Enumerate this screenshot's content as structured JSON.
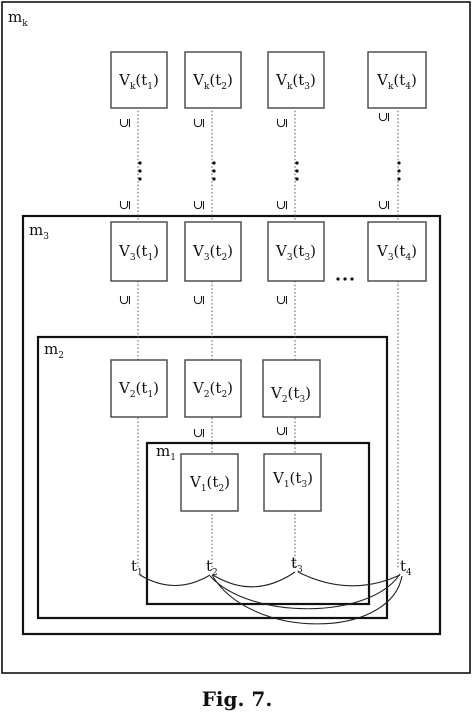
{
  "frames": [
    {
      "id": "mk",
      "label": "m",
      "sub": "k"
    },
    {
      "id": "m3",
      "label": "m",
      "sub": "3"
    },
    {
      "id": "m2",
      "label": "m",
      "sub": "2"
    },
    {
      "id": "m1",
      "label": "m",
      "sub": "1"
    }
  ],
  "boxes": [
    {
      "row": "k",
      "V": "V",
      "vsub": "k",
      "t": "t",
      "tsub": "1"
    },
    {
      "row": "k",
      "V": "V",
      "vsub": "k",
      "t": "t",
      "tsub": "2"
    },
    {
      "row": "k",
      "V": "V",
      "vsub": "k",
      "t": "t",
      "tsub": "3"
    },
    {
      "row": "k",
      "V": "V",
      "vsub": "k",
      "t": "t",
      "tsub": "4"
    },
    {
      "row": "3",
      "V": "V",
      "vsub": "3",
      "t": "t",
      "tsub": "1"
    },
    {
      "row": "3",
      "V": "V",
      "vsub": "3",
      "t": "t",
      "tsub": "2"
    },
    {
      "row": "3",
      "V": "V",
      "vsub": "3",
      "t": "t",
      "tsub": "3"
    },
    {
      "row": "3",
      "V": "V",
      "vsub": "3",
      "t": "t",
      "tsub": "4"
    },
    {
      "row": "2",
      "V": "V",
      "vsub": "2",
      "t": "t",
      "tsub": "1"
    },
    {
      "row": "2",
      "V": "V",
      "vsub": "2",
      "t": "t",
      "tsub": "2"
    },
    {
      "row": "2",
      "V": "V",
      "vsub": "2",
      "t": "t",
      "tsub": "3"
    },
    {
      "row": "1",
      "V": "V",
      "vsub": "1",
      "t": "t",
      "tsub": "2"
    },
    {
      "row": "1",
      "V": "V",
      "vsub": "1",
      "t": "t",
      "tsub": "3"
    }
  ],
  "times": [
    {
      "t": "t",
      "sub": "1"
    },
    {
      "t": "t",
      "sub": "2"
    },
    {
      "t": "t",
      "sub": "3"
    },
    {
      "t": "t",
      "sub": "4"
    }
  ],
  "subset_symbol": "⊆",
  "vertical_dots": "⋮",
  "horizontal_dots": "…",
  "caption": "Fig. 7."
}
